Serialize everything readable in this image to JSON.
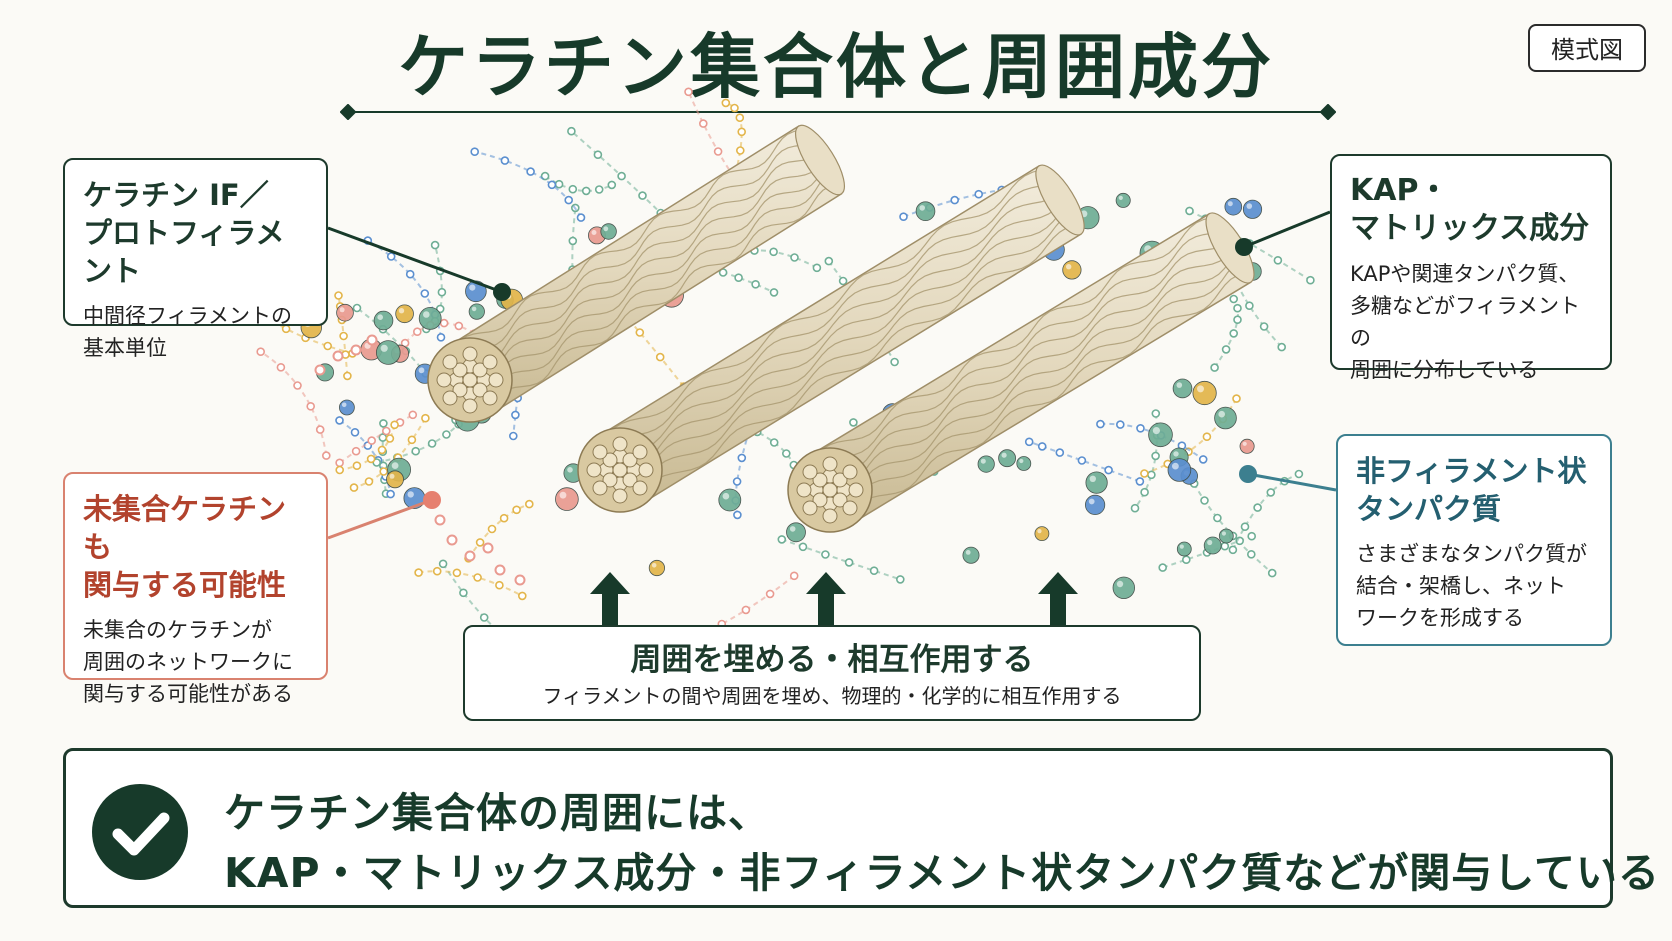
{
  "title": "ケラチン集合体と周囲成分",
  "badge": "模式図",
  "callouts": {
    "if": {
      "head_1": "ケラチン IF／",
      "head_2": "プロトフィラメント",
      "body_1": "中間径フィラメントの",
      "body_2": "基本単位"
    },
    "kap": {
      "head_1": "KAP・",
      "head_2": "マトリックス成分",
      "body_1": "KAPや関連タンパク質、",
      "body_2": "多糖などがフィラメントの",
      "body_3": "周囲に分布している"
    },
    "unassembled": {
      "head_1": "未集合ケラチンも",
      "head_2": "関与する可能性",
      "body_1": "未集合のケラチンが",
      "body_2": "周囲のネットワークに",
      "body_3": "関与する可能性がある"
    },
    "nonfilament": {
      "head_1": "非フィラメント状",
      "head_2": "タンパク質",
      "body_1": "さまざまなタンパク質が",
      "body_2": "結合・架橋し、ネット",
      "body_3": "ワークを形成する"
    }
  },
  "center_box": {
    "head": "周囲を埋める・相互作用する",
    "body": "フィラメントの間や周囲を埋め、物理的・化学的に相互作用する"
  },
  "summary": {
    "line_1": "ケラチン集合体の周囲には、",
    "line_2": "KAP・マトリックス成分・非フィラメント状タンパク質などが関与している"
  },
  "colors": {
    "primary": "#173a2a",
    "unassembled": "#d9826f",
    "nonfilament": "#3c7f8f",
    "fiber": "#e6dcc4",
    "bead_green": "#6fae95",
    "bead_blue": "#5b8fcf",
    "bead_yellow": "#e3b54a",
    "bead_pink": "#e99a90"
  },
  "icons": {
    "check": "check-circle-icon",
    "arrow": "arrow-up-icon"
  }
}
